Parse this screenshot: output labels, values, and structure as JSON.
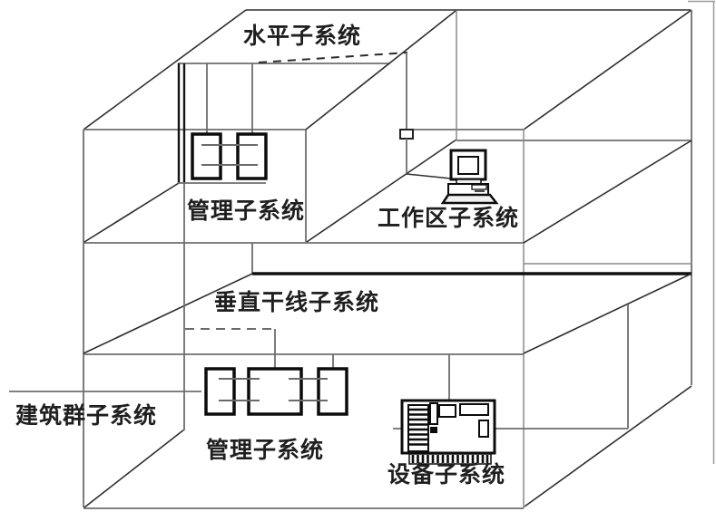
{
  "diagram": {
    "title_implicit": "综合布线系统结构示意图",
    "labels": {
      "horizontal": "水平子系统",
      "management_upper": "管理子系统",
      "work_area": "工作区子系统",
      "vertical_backbone": "垂直干线子系统",
      "campus": "建筑群子系统",
      "management_lower": "管理子系统",
      "equipment": "设备子系统"
    },
    "colors": {
      "background": "#ffffff",
      "line_dark": "#2e2e2e",
      "line_gray": "#6e6e6e",
      "line_thick": "#101010",
      "text": "#1f1f1f"
    },
    "icons": [
      "patch-panel-icon",
      "wall-outlet-icon",
      "computer-icon",
      "server-icon"
    ]
  }
}
